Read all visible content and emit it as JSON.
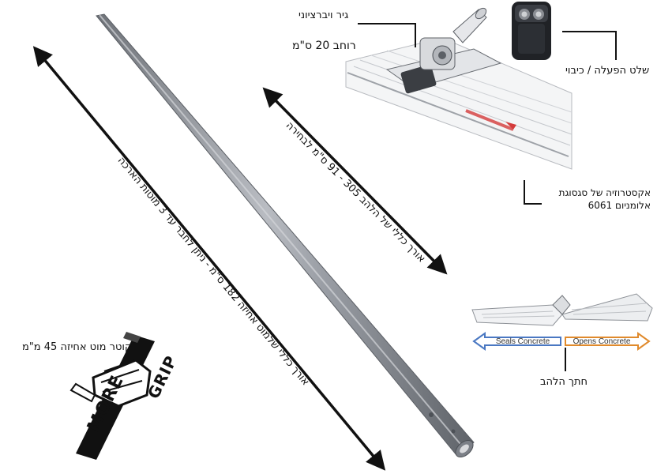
{
  "labels": {
    "vibrator_gear": "גיר ויברציוני",
    "width": "רוחב  20 ס\"מ",
    "remote": "שלט הפעלה / כיבוי",
    "extrusion_line1": "אקסטרוזיה של סגסוגת",
    "extrusion_line2": "אלומניום 6061",
    "blade_length": "אורך כללי של הלהב  305 - 91 ס\"מ לבחירה",
    "handle_length": "אורך כללי שלמוט אחיזה 182 ס\"מ - ניתן לחבר עד 3 מוטות הארכה",
    "grip_diameter": "קוטר מוט אחיזה 45 מ\"מ",
    "blade_section": "חתך הלהב",
    "seals": "Seals Concrete",
    "opens": "Opens Concrete",
    "logo_more": "MORE",
    "logo_grip": "GRIP"
  },
  "colors": {
    "seals_arrow": "#4a78c2",
    "opens_arrow": "#e08a2c",
    "rod": "#8c9097",
    "rod_light": "#c3c6cc"
  }
}
